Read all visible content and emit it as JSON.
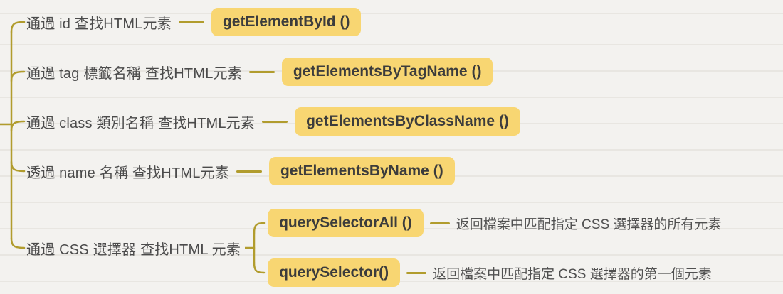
{
  "theme": {
    "bg": "#f3f2ef",
    "rule_line": "#e8e6e1",
    "accent": "#b19c2d",
    "box_bg": "#f8d672",
    "box_text": "#3c3c3c",
    "label_text": "#4b4b4b",
    "desc_text": "#505050"
  },
  "branches": [
    {
      "label": "通過 id 查找HTML元素",
      "method": "getElementById ()"
    },
    {
      "label": "通過 tag 標籤名稱 查找HTML元素",
      "method": "getElementsByTagName ()"
    },
    {
      "label": "通過 class 類別名稱 查找HTML元素",
      "method": "getElementsByClassName ()"
    },
    {
      "label": "透過 name 名稱 查找HTML元素",
      "method": "getElementsByName ()"
    },
    {
      "label": "通過 CSS 選擇器 查找HTML 元素",
      "children": [
        {
          "method": "querySelectorAll ()",
          "description": "返回檔案中匹配指定 CSS 選擇器的所有元素"
        },
        {
          "method": "querySelector()",
          "description": "返回檔案中匹配指定 CSS 選擇器的第一個元素"
        }
      ]
    }
  ]
}
